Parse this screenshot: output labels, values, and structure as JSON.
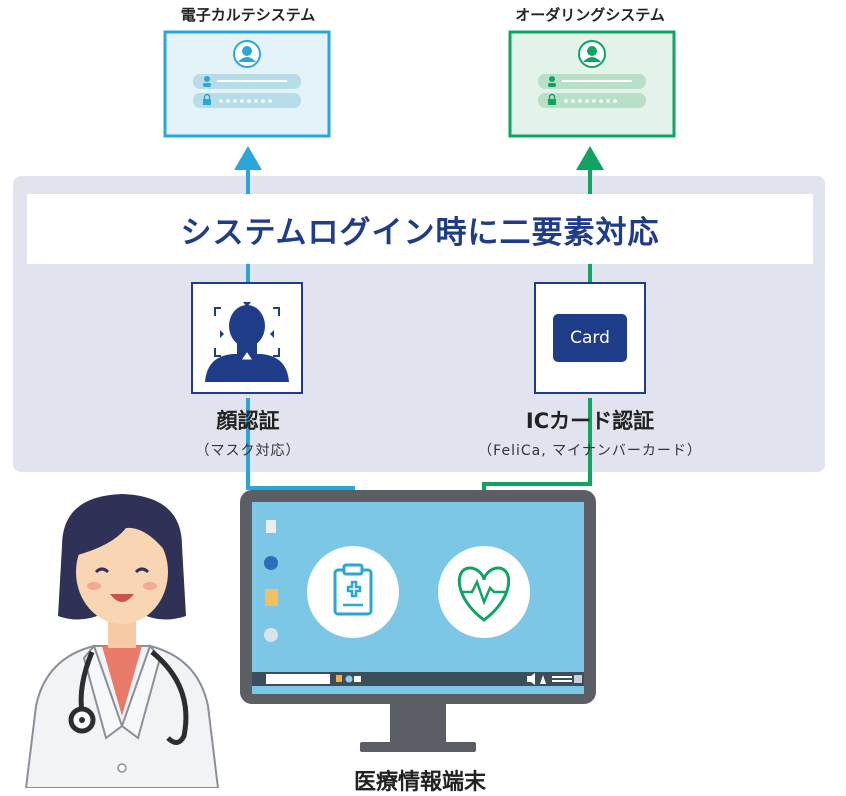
{
  "systems": {
    "emr": {
      "title": "電子カルテシステム",
      "color": "#2aa6d9",
      "screen": "#e4f3f7",
      "pill": "#b7dde8",
      "avatar": "#2aa6d9"
    },
    "ordering": {
      "title": "オーダリングシステム",
      "color": "#10a463",
      "screen": "#e4f3ea",
      "pill": "#b8e0c8",
      "avatar": "#10a463"
    }
  },
  "banner": {
    "text": "システムログイン時に二要素対応"
  },
  "auth": {
    "face": {
      "title": "顔認証",
      "subtitle": "（マスク対応）",
      "icon": "face-scan-icon"
    },
    "card": {
      "title": "ICカード認証",
      "subtitle": "（FeliCa, マイナンバーカード）",
      "chip_label": "Card",
      "icon": "card-icon"
    }
  },
  "terminal": {
    "title": "医療情報端末",
    "apps": [
      {
        "name": "medical-clipboard-icon",
        "color": "#2aa6d9"
      },
      {
        "name": "heartbeat-icon",
        "color": "#10a463"
      }
    ],
    "screen_color": "#7dc7e6",
    "frame_color": "#5b5e64"
  },
  "colors": {
    "navy": "#1f3c88",
    "panel": "#e1e3ef"
  }
}
